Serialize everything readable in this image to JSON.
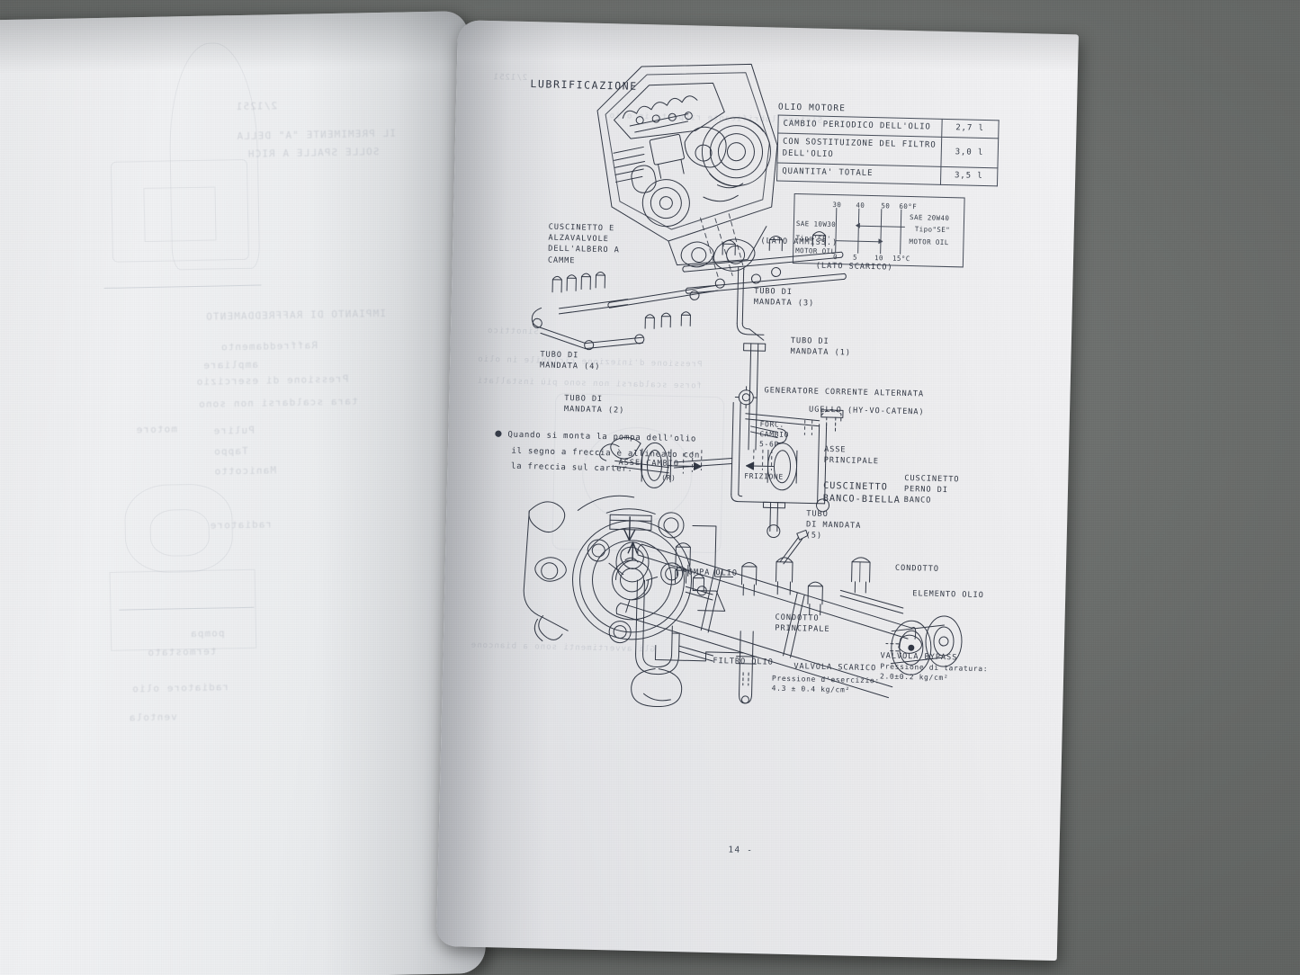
{
  "document": {
    "header": "LUBRIFICAZIONE",
    "page_number": "14 -",
    "language": "Italian",
    "subject": "Engine lubrication circuit diagram"
  },
  "oil_table": {
    "title": "OLIO MOTORE",
    "rows": [
      {
        "label": "CAMBIO PERIODICO DELL'OLIO",
        "value": "2,7 l"
      },
      {
        "label": "CON SOSTITUIZONE DEL FILTRO\nDELL'OLIO",
        "value": "3,0 l"
      },
      {
        "label": "QUANTITA' TOTALE",
        "value": "3,5 l"
      }
    ]
  },
  "viscosity_chart": {
    "top_ticks": [
      "30",
      "40",
      "50",
      "60°F"
    ],
    "bottom_ticks": [
      "0",
      "5",
      "10",
      "15°C"
    ],
    "left_label_line1": "SAE 10W30",
    "left_label_line2": "Tipo'SE'",
    "left_label_line3": "MOTOR OIL",
    "right_label_line1": "SAE 20W40",
    "right_label_line2": "Tipo\"SE\"",
    "right_label_line3": "MOTOR OIL"
  },
  "callouts": {
    "camshaft_bearing": "CUSCINETTO E\nALZAVALVOLE\nDELL'ALBERO A\nCAMME",
    "intake_side": "(LATO AMMISS.)",
    "exhaust_side": "(LATO SCARICO)",
    "feed_pipe_3": "TUBO DI\nMANDATA (3)",
    "feed_pipe_4": "TUBO DI\nMANDATA (4)",
    "feed_pipe_1": "TUBO DI\nMANDATA (1)",
    "feed_pipe_2": "TUBO DI\nMANDATA (2)",
    "alternator": "GENERATORE CORRENTE ALTERNATA",
    "nozzle": "UGELLO (HY-VO-CATENA)",
    "gear_fork": "FORC.\nCAMBIO\n5-6P",
    "clutch": "FRIZIONE",
    "main_shaft": "ASSE\nPRINCIPALE",
    "gear_shaft": "ASSE CAMBIO",
    "gear_shaft_sub": "(R)",
    "main_rod_bearing": "CUSCINETTO\nBANCO-BIELLA",
    "crank_pin_bearing": "CUSCINETTO\nPERNO DI\nBANCO",
    "feed_pipe_5": "TUBO\nDI MANDATA\n(5)",
    "duct": "CONDOTTO",
    "oil_element": "ELEMENTO OLIO",
    "oil_pump": "POMPA OLIO",
    "main_duct": "CONDOTTO\nPRINCIPALE",
    "oil_filter": "FILTRO OLIO",
    "relief_valve": "VALVOLA SCARICO",
    "relief_valve_spec": "Pressione d'esercizio:\n4.3 ± 0.4 kg/cm²",
    "bypass_valve": "VALVOLA BYPASS",
    "bypass_valve_spec": "Pressione di taratura:\n2.0±0.2 kg/cm²"
  },
  "note": {
    "line1": "Quando si monta la pompa dell'olio",
    "line2": "il segno a freccia è allineato con",
    "line3": "la freccia sul carter."
  },
  "colors": {
    "desk": "#6d706e",
    "paper": "#eceef0",
    "ink": "#2f3542"
  }
}
